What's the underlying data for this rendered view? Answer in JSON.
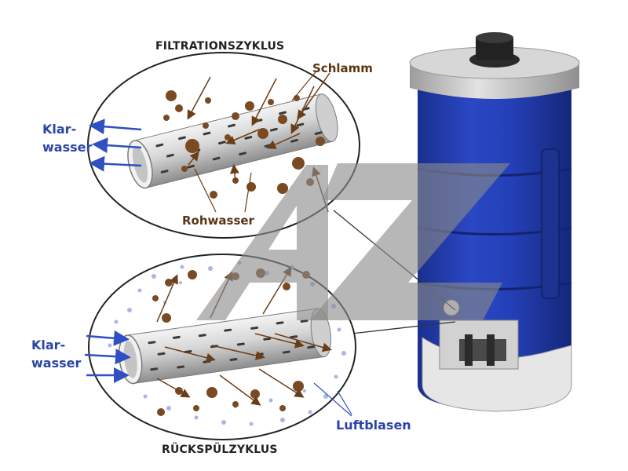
{
  "labels": {
    "filtration_title": "FILTRATIONSZYKLUS",
    "backwash_title": "RÜCKSPÜLZYKLUS",
    "sludge": "Schlamm",
    "raw_water": "Rohwasser",
    "air_bubbles": "Luftblasen",
    "clear_water_top_1": "Klar-",
    "clear_water_top_2": "wasser",
    "clear_water_bottom_1": "Klar-",
    "clear_water_bottom_2": "wasser"
  },
  "colors": {
    "tank_blue": "#2440b8",
    "tank_cap": "#c9c9c9",
    "arrow_blue": "#2f4fc2",
    "arrow_brown": "#6b3d17",
    "sludge_brown": "#7a4a22",
    "bubble_blue": "#a9b6e6",
    "watermark": "#8a8a8a",
    "label_blue": "#2b45a6"
  },
  "icons": {
    "watermark": "az-logo-watermark",
    "tank": "filter-tank-illustration"
  }
}
